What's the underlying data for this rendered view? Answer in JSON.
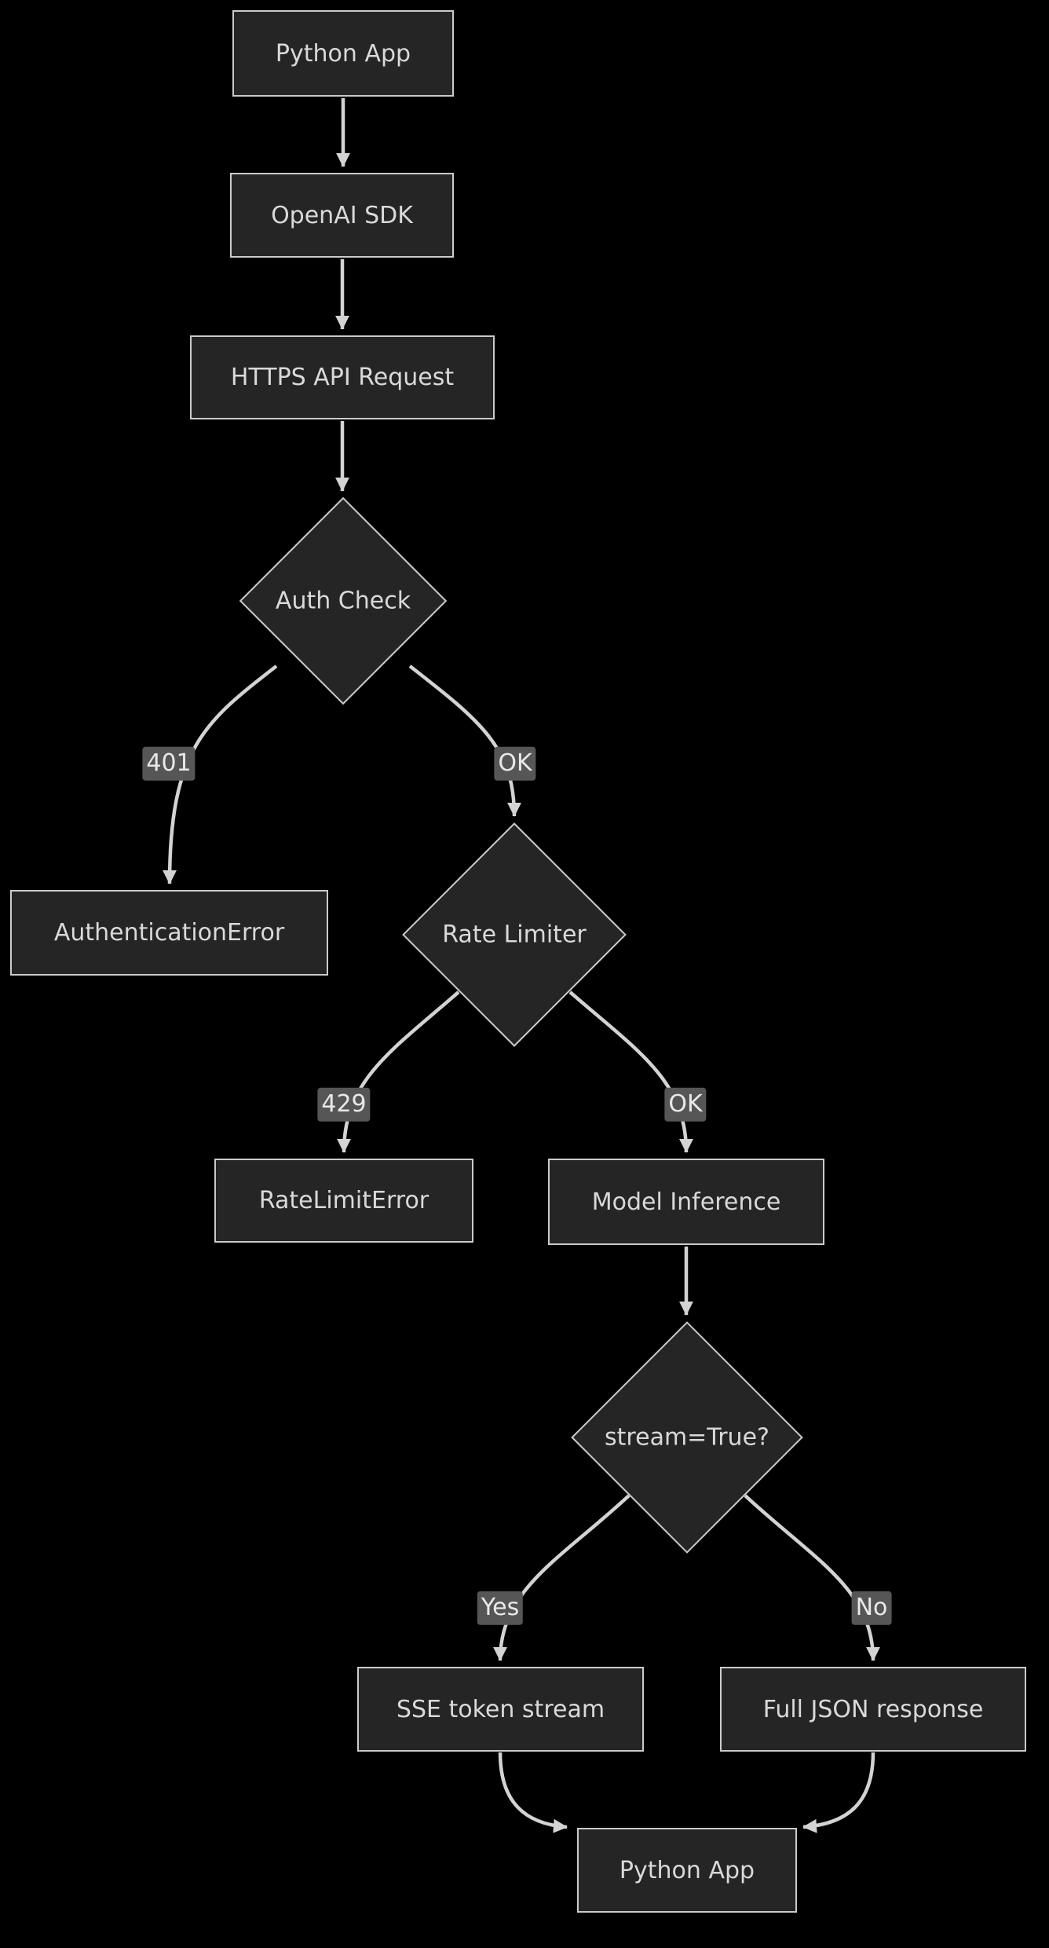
{
  "theme": {
    "background": "#000000",
    "node_fill": "#252525",
    "node_border": "#cbcbcb",
    "node_text": "#d9d9d9",
    "edge_color": "#d3d3d3",
    "edge_label_bg": "#565656",
    "edge_label_text": "#e8e8e8"
  },
  "diagram": {
    "type": "flowchart",
    "direction": "top-down",
    "nodes": [
      {
        "id": "python-app-top",
        "shape": "rect",
        "label": "Python App"
      },
      {
        "id": "openai-sdk",
        "shape": "rect",
        "label": "OpenAI SDK"
      },
      {
        "id": "https-api-request",
        "shape": "rect",
        "label": "HTTPS API Request"
      },
      {
        "id": "auth-check",
        "shape": "diamond",
        "label": "Auth Check"
      },
      {
        "id": "authentication-error",
        "shape": "rect",
        "label": "AuthenticationError"
      },
      {
        "id": "rate-limiter",
        "shape": "diamond",
        "label": "Rate Limiter"
      },
      {
        "id": "rate-limit-error",
        "shape": "rect",
        "label": "RateLimitError"
      },
      {
        "id": "model-inference",
        "shape": "rect",
        "label": "Model Inference"
      },
      {
        "id": "stream-check",
        "shape": "diamond",
        "label": "stream=True?"
      },
      {
        "id": "sse-token-stream",
        "shape": "rect",
        "label": "SSE token stream"
      },
      {
        "id": "full-json-response",
        "shape": "rect",
        "label": "Full JSON response"
      },
      {
        "id": "python-app-bottom",
        "shape": "rect",
        "label": "Python App"
      }
    ],
    "edges": [
      {
        "from": "python-app-top",
        "to": "openai-sdk",
        "label": ""
      },
      {
        "from": "openai-sdk",
        "to": "https-api-request",
        "label": ""
      },
      {
        "from": "https-api-request",
        "to": "auth-check",
        "label": ""
      },
      {
        "from": "auth-check",
        "to": "authentication-error",
        "label": "401"
      },
      {
        "from": "auth-check",
        "to": "rate-limiter",
        "label": "OK"
      },
      {
        "from": "rate-limiter",
        "to": "rate-limit-error",
        "label": "429"
      },
      {
        "from": "rate-limiter",
        "to": "model-inference",
        "label": "OK"
      },
      {
        "from": "model-inference",
        "to": "stream-check",
        "label": ""
      },
      {
        "from": "stream-check",
        "to": "sse-token-stream",
        "label": "Yes"
      },
      {
        "from": "stream-check",
        "to": "full-json-response",
        "label": "No"
      },
      {
        "from": "sse-token-stream",
        "to": "python-app-bottom",
        "label": ""
      },
      {
        "from": "full-json-response",
        "to": "python-app-bottom",
        "label": ""
      }
    ]
  }
}
